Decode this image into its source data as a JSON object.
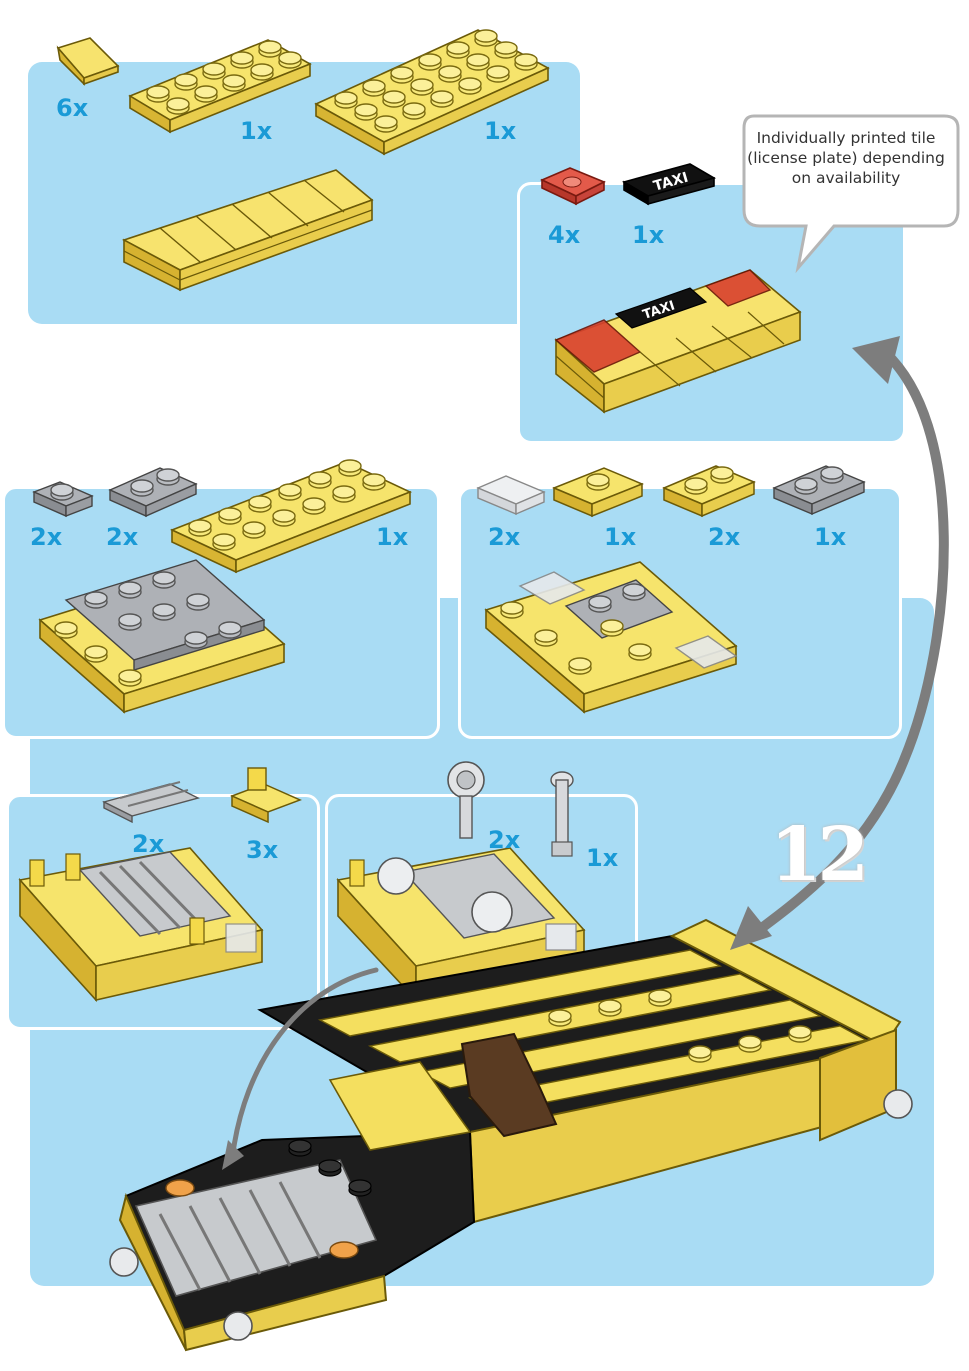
{
  "step": {
    "number": "12"
  },
  "callout": {
    "text": "Individually printed tile (license plate) depending on availability"
  },
  "taxi_tile": {
    "text": "TAXI"
  },
  "panels": {
    "roof_parts": {
      "q1": "6x",
      "q2": "1x",
      "q3": "1x"
    },
    "roof_light": {
      "q1": "4x",
      "q2": "1x"
    },
    "floor_left": {
      "q1": "2x",
      "q2": "2x",
      "q3": "1x"
    },
    "floor_right": {
      "q1": "2x",
      "q2": "1x",
      "q3": "2x",
      "q4": "1x"
    },
    "grille": {
      "q1": "2x",
      "q2": "3x"
    },
    "headlights": {
      "q1": "2x",
      "q2": "1x"
    }
  },
  "colors": {
    "panel_blue": "#a9dcf4",
    "quantity_blue": "#1a9ad6",
    "brick_yellow": "#f4e36a",
    "brick_gray": "#a8abb0",
    "arrow_gray": "#7d7d7d"
  }
}
